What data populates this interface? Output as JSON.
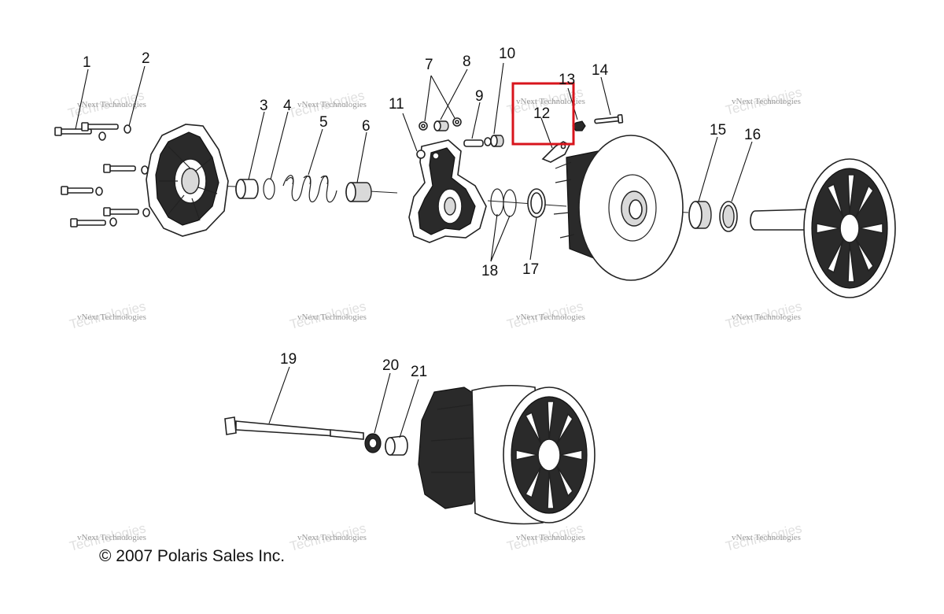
{
  "diagram": {
    "callouts": [
      {
        "id": "1",
        "label": "1"
      },
      {
        "id": "2",
        "label": "2"
      },
      {
        "id": "3",
        "label": "3"
      },
      {
        "id": "4",
        "label": "4"
      },
      {
        "id": "5",
        "label": "5"
      },
      {
        "id": "6",
        "label": "6"
      },
      {
        "id": "7",
        "label": "7"
      },
      {
        "id": "8",
        "label": "8"
      },
      {
        "id": "9",
        "label": "9"
      },
      {
        "id": "10",
        "label": "10"
      },
      {
        "id": "11",
        "label": "11"
      },
      {
        "id": "12",
        "label": "12"
      },
      {
        "id": "13",
        "label": "13"
      },
      {
        "id": "14",
        "label": "14"
      },
      {
        "id": "15",
        "label": "15"
      },
      {
        "id": "16",
        "label": "16"
      },
      {
        "id": "17",
        "label": "17"
      },
      {
        "id": "18",
        "label": "18"
      },
      {
        "id": "19",
        "label": "19"
      },
      {
        "id": "20",
        "label": "20"
      },
      {
        "id": "21",
        "label": "21"
      }
    ],
    "highlighted_callout": "12",
    "highlight_color": "#d8141c"
  },
  "footer": {
    "copyright": "© 2007 Polaris Sales Inc."
  },
  "watermark": {
    "line1": "vNext Technologies",
    "line2": "Technologies"
  }
}
